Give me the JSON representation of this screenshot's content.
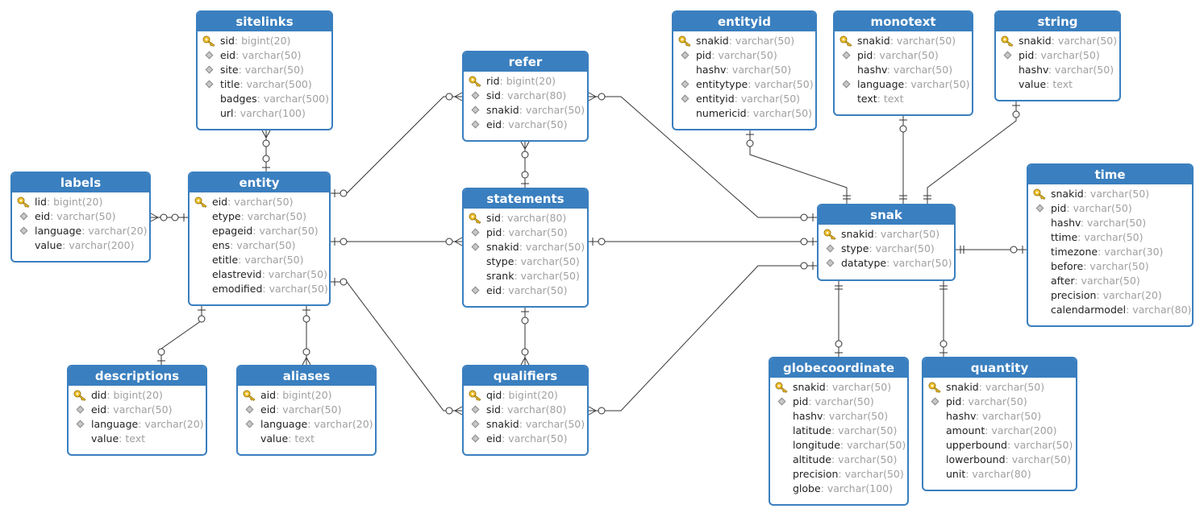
{
  "colors": {
    "header": "#3a7fbf",
    "border": "#3a7fbf",
    "line": "#333333",
    "type_text": "#a0a0a0",
    "key": "#f2c12e"
  },
  "tables": [
    {
      "id": "sitelinks",
      "title": "sitelinks",
      "columns": [
        {
          "name": "sid",
          "type": ": bigint(20)",
          "key": "pk"
        },
        {
          "name": "eid",
          "type": ": varchar(50)",
          "key": "fk"
        },
        {
          "name": "site",
          "type": ": varchar(50)",
          "key": "fk"
        },
        {
          "name": "title",
          "type": ": varchar(500)",
          "key": "fk"
        },
        {
          "name": "badges",
          "type": ": varchar(500)",
          "key": ""
        },
        {
          "name": "url",
          "type": ": varchar(100)",
          "key": ""
        }
      ]
    },
    {
      "id": "labels",
      "title": "labels",
      "columns": [
        {
          "name": "lid",
          "type": ": bigint(20)",
          "key": "pk"
        },
        {
          "name": "eid",
          "type": ": varchar(50)",
          "key": "fk"
        },
        {
          "name": "language",
          "type": ": varchar(20)",
          "key": "fk"
        },
        {
          "name": "value",
          "type": ": varchar(200)",
          "key": ""
        }
      ]
    },
    {
      "id": "entity",
      "title": "entity",
      "columns": [
        {
          "name": "eid",
          "type": ": varchar(50)",
          "key": "pk"
        },
        {
          "name": "etype",
          "type": ": varchar(50)",
          "key": ""
        },
        {
          "name": "epageid",
          "type": ": varchar(50)",
          "key": ""
        },
        {
          "name": "ens",
          "type": ": varchar(50)",
          "key": ""
        },
        {
          "name": "etitle",
          "type": ": varchar(50)",
          "key": ""
        },
        {
          "name": "elastrevid",
          "type": ": varchar(50)",
          "key": ""
        },
        {
          "name": "emodified",
          "type": ": varchar(50)",
          "key": ""
        }
      ]
    },
    {
      "id": "descriptions",
      "title": "descriptions",
      "columns": [
        {
          "name": "did",
          "type": ": bigint(20)",
          "key": "pk"
        },
        {
          "name": "eid",
          "type": ": varchar(50)",
          "key": "fk"
        },
        {
          "name": "language",
          "type": ": varchar(20)",
          "key": "fk"
        },
        {
          "name": "value",
          "type": ": text",
          "key": ""
        }
      ]
    },
    {
      "id": "aliases",
      "title": "aliases",
      "columns": [
        {
          "name": "aid",
          "type": ": bigint(20)",
          "key": "pk"
        },
        {
          "name": "eid",
          "type": ": varchar(50)",
          "key": "fk"
        },
        {
          "name": "language",
          "type": ": varchar(20)",
          "key": "fk"
        },
        {
          "name": "value",
          "type": ": text",
          "key": ""
        }
      ]
    },
    {
      "id": "refer",
      "title": "refer",
      "columns": [
        {
          "name": "rid",
          "type": ": bigint(20)",
          "key": "pk"
        },
        {
          "name": "sid",
          "type": ": varchar(80)",
          "key": "fk"
        },
        {
          "name": "snakid",
          "type": ": varchar(50)",
          "key": "fk"
        },
        {
          "name": "eid",
          "type": ": varchar(50)",
          "key": "fk"
        }
      ]
    },
    {
      "id": "statements",
      "title": "statements",
      "columns": [
        {
          "name": "sid",
          "type": ": varchar(80)",
          "key": "pk"
        },
        {
          "name": "pid",
          "type": ": varchar(50)",
          "key": "fk"
        },
        {
          "name": "snakid",
          "type": ": varchar(50)",
          "key": "fk"
        },
        {
          "name": "stype",
          "type": ": varchar(50)",
          "key": ""
        },
        {
          "name": "srank",
          "type": ": varchar(50)",
          "key": ""
        },
        {
          "name": "eid",
          "type": ": varchar(50)",
          "key": "fk"
        }
      ]
    },
    {
      "id": "qualifiers",
      "title": "qualifiers",
      "columns": [
        {
          "name": "qid",
          "type": ": bigint(20)",
          "key": "pk"
        },
        {
          "name": "sid",
          "type": ": varchar(80)",
          "key": "fk"
        },
        {
          "name": "snakid",
          "type": ": varchar(50)",
          "key": "fk"
        },
        {
          "name": "eid",
          "type": ": varchar(50)",
          "key": "fk"
        }
      ]
    },
    {
      "id": "entityid",
      "title": "entityid",
      "columns": [
        {
          "name": "snakid",
          "type": ": varchar(50)",
          "key": "pk"
        },
        {
          "name": "pid",
          "type": ": varchar(50)",
          "key": "fk"
        },
        {
          "name": "hashv",
          "type": ": varchar(50)",
          "key": ""
        },
        {
          "name": "entitytype",
          "type": ": varchar(50)",
          "key": "fk"
        },
        {
          "name": "entityid",
          "type": ": varchar(50)",
          "key": "fk"
        },
        {
          "name": "numericid",
          "type": ": varchar(50)",
          "key": ""
        }
      ]
    },
    {
      "id": "monotext",
      "title": "monotext",
      "columns": [
        {
          "name": "snakid",
          "type": ": varchar(50)",
          "key": "pk"
        },
        {
          "name": "pid",
          "type": ": varchar(50)",
          "key": "fk"
        },
        {
          "name": "hashv",
          "type": ": varchar(50)",
          "key": ""
        },
        {
          "name": "language",
          "type": ": varchar(50)",
          "key": "fk"
        },
        {
          "name": "text",
          "type": ": text",
          "key": ""
        }
      ]
    },
    {
      "id": "string",
      "title": "string",
      "columns": [
        {
          "name": "snakid",
          "type": ": varchar(50)",
          "key": "pk"
        },
        {
          "name": "pid",
          "type": ": varchar(50)",
          "key": "fk"
        },
        {
          "name": "hashv",
          "type": ": varchar(50)",
          "key": ""
        },
        {
          "name": "value",
          "type": ": text",
          "key": ""
        }
      ]
    },
    {
      "id": "snak",
      "title": "snak",
      "columns": [
        {
          "name": "snakid",
          "type": ": varchar(50)",
          "key": "pk"
        },
        {
          "name": "stype",
          "type": ": varchar(50)",
          "key": "fk"
        },
        {
          "name": "datatype",
          "type": ": varchar(50)",
          "key": "fk"
        }
      ]
    },
    {
      "id": "time",
      "title": "time",
      "columns": [
        {
          "name": "snakid",
          "type": ": varchar(50)",
          "key": "pk"
        },
        {
          "name": "pid",
          "type": ": varchar(50)",
          "key": "fk"
        },
        {
          "name": "hashv",
          "type": ": varchar(50)",
          "key": ""
        },
        {
          "name": "ttime",
          "type": ": varchar(50)",
          "key": ""
        },
        {
          "name": "timezone",
          "type": ": varchar(30)",
          "key": ""
        },
        {
          "name": "before",
          "type": ": varchar(50)",
          "key": ""
        },
        {
          "name": "after",
          "type": ": varchar(50)",
          "key": ""
        },
        {
          "name": "precision",
          "type": ": varchar(20)",
          "key": ""
        },
        {
          "name": "calendarmodel",
          "type": ": varchar(80)",
          "key": ""
        }
      ]
    },
    {
      "id": "globecoordinate",
      "title": "globecoordinate",
      "columns": [
        {
          "name": "snakid",
          "type": ": varchar(50)",
          "key": "pk"
        },
        {
          "name": "pid",
          "type": ": varchar(50)",
          "key": "fk"
        },
        {
          "name": "hashv",
          "type": ": varchar(50)",
          "key": ""
        },
        {
          "name": "latitude",
          "type": ": varchar(50)",
          "key": ""
        },
        {
          "name": "longitude",
          "type": ": varchar(50)",
          "key": ""
        },
        {
          "name": "altitude",
          "type": ": varchar(50)",
          "key": ""
        },
        {
          "name": "precision",
          "type": ": varchar(50)",
          "key": ""
        },
        {
          "name": "globe",
          "type": ": varchar(100)",
          "key": ""
        }
      ]
    },
    {
      "id": "quantity",
      "title": "quantity",
      "columns": [
        {
          "name": "snakid",
          "type": ": varchar(50)",
          "key": "pk"
        },
        {
          "name": "pid",
          "type": ": varchar(50)",
          "key": "fk"
        },
        {
          "name": "hashv",
          "type": ": varchar(50)",
          "key": ""
        },
        {
          "name": "amount",
          "type": ": varchar(200)",
          "key": ""
        },
        {
          "name": "upperbound",
          "type": ": varchar(50)",
          "key": ""
        },
        {
          "name": "lowerbound",
          "type": ": varchar(50)",
          "key": ""
        },
        {
          "name": "unit",
          "type": ": varchar(80)",
          "key": ""
        }
      ]
    }
  ],
  "relations": [
    {
      "from": "sitelinks",
      "to": "entity",
      "from_end": "zero-or-many",
      "to_end": "zero-or-one"
    },
    {
      "from": "labels",
      "to": "entity",
      "from_end": "zero-or-many",
      "to_end": "zero-or-one"
    },
    {
      "from": "entity",
      "to": "descriptions",
      "from_end": "zero-or-one",
      "to_end": "zero-or-one"
    },
    {
      "from": "entity",
      "to": "aliases",
      "from_end": "zero-or-one",
      "to_end": "zero-or-many"
    },
    {
      "from": "entity",
      "to": "refer",
      "from_end": "zero-or-one",
      "to_end": "zero-or-many"
    },
    {
      "from": "entity",
      "to": "statements",
      "from_end": "zero-or-one",
      "to_end": "zero-or-many"
    },
    {
      "from": "entity",
      "to": "qualifiers",
      "from_end": "zero-or-one",
      "to_end": "zero-or-many"
    },
    {
      "from": "refer",
      "to": "statements",
      "from_end": "zero-or-many",
      "to_end": "zero-or-one"
    },
    {
      "from": "statements",
      "to": "qualifiers",
      "from_end": "zero-or-one",
      "to_end": "zero-or-many"
    },
    {
      "from": "refer",
      "to": "snak",
      "from_end": "zero-or-many",
      "to_end": "zero-or-one"
    },
    {
      "from": "statements",
      "to": "snak",
      "from_end": "zero-or-one",
      "to_end": "zero-or-one"
    },
    {
      "from": "qualifiers",
      "to": "snak",
      "from_end": "zero-or-many",
      "to_end": "zero-or-one"
    },
    {
      "from": "entityid",
      "to": "snak",
      "from_end": "zero-or-one",
      "to_end": "one-and-only-one"
    },
    {
      "from": "monotext",
      "to": "snak",
      "from_end": "zero-or-one",
      "to_end": "one-and-only-one"
    },
    {
      "from": "string",
      "to": "snak",
      "from_end": "zero-or-one",
      "to_end": "one-and-only-one"
    },
    {
      "from": "snak",
      "to": "time",
      "from_end": "one-and-only-one",
      "to_end": "zero-or-one"
    },
    {
      "from": "snak",
      "to": "globecoordinate",
      "from_end": "one-and-only-one",
      "to_end": "zero-or-one"
    },
    {
      "from": "snak",
      "to": "quantity",
      "from_end": "one-and-only-one",
      "to_end": "zero-or-one"
    }
  ]
}
